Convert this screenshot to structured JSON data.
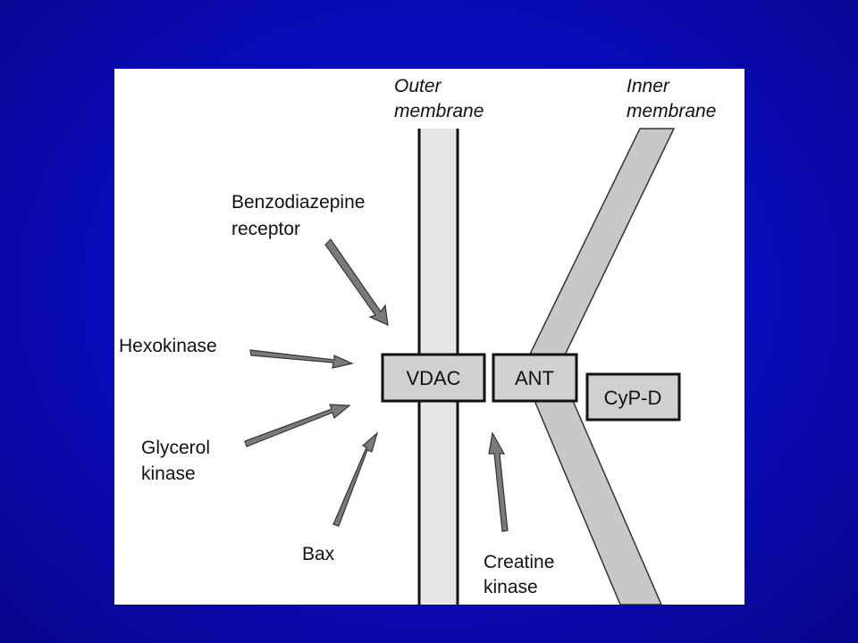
{
  "diagram": {
    "outer_membrane_label": [
      "Outer",
      "membrane"
    ],
    "inner_membrane_label": [
      "Inner",
      "membrane"
    ],
    "proteins": {
      "vdac": "VDAC",
      "ant": "ANT",
      "cypd": "CyP-D"
    },
    "binding_partners": {
      "benzodiazepine": [
        "Benzodiazepine",
        "receptor"
      ],
      "hexokinase": "Hexokinase",
      "glycerol_kinase": [
        "Glycerol",
        "kinase"
      ],
      "bax": "Bax",
      "creatine_kinase": [
        "Creatine",
        "kinase"
      ]
    },
    "colors": {
      "background": "#0a0ab8",
      "panel": "#ffffff",
      "outer_membrane_fill": "#e6e6e6",
      "inner_membrane_fill": "#c8c8c8",
      "box_fill": "#d0d0d0",
      "arrow_fill": "#7a7a7a",
      "stroke": "#111111"
    }
  }
}
